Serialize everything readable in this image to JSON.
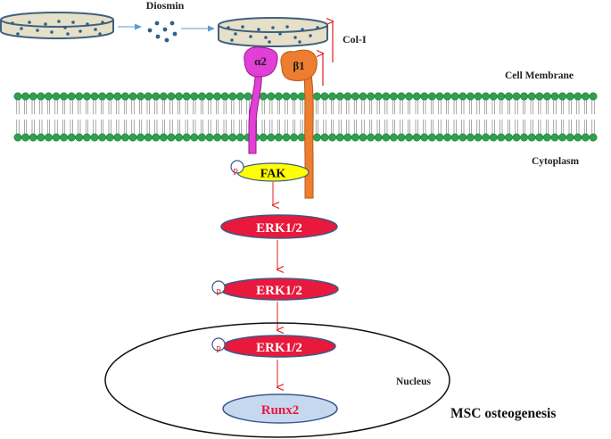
{
  "labels": {
    "diosmin": "Diosmin",
    "col_i": "Col-I",
    "alpha2": "α2",
    "beta1": "β1",
    "cell_membrane": "Cell Membrane",
    "cytoplasm": "Cytoplasm",
    "fak": "FAK",
    "phospho": "P",
    "erk1": "ERK1/2",
    "erk2": "ERK1/2",
    "erk3": "ERK1/2",
    "nucleus": "Nucleus",
    "runx2": "Runx2",
    "msc": "MSC osteogenesis"
  },
  "colors": {
    "dish_fill": "#e6e0c8",
    "dish_stroke": "#41607e",
    "dots": "#2f5f8f",
    "arrow_blue": "#5b9bd5",
    "alpha2": "#e23fd6",
    "alpha2_stroke": "#9a1a8f",
    "beta1": "#ed7d31",
    "beta1_stroke": "#b85a16",
    "membrane_head": "#2ea050",
    "membrane_head_stroke": "#1f7a3a",
    "fak": "#ffff00",
    "erk": "#e8193c",
    "erk_stroke": "#3a5a8a",
    "runx2_fill": "#c6d8ef",
    "runx2_text": "#e8193c",
    "red_arrow": "#e02020",
    "phospho_text": "#e02020"
  }
}
